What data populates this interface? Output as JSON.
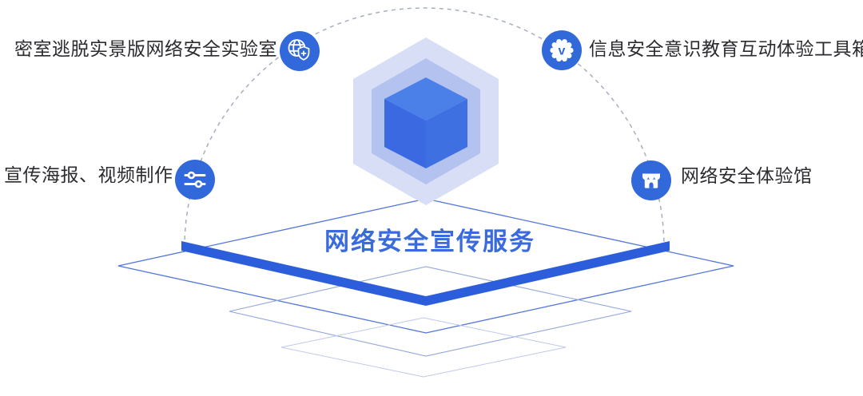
{
  "diagram": {
    "title": "网络安全宣传服务",
    "nodes": [
      {
        "label": "密室逃脱实景版网络安全实验室",
        "icon": "globe-shield-icon"
      },
      {
        "label": "信息安全意识教育互动体验工具箱",
        "icon": "verified-badge-icon",
        "badge": "v"
      },
      {
        "label": "宣传海报、视频制作",
        "icon": "sliders-icon"
      },
      {
        "label": "网络安全体验馆",
        "icon": "storefront-icon"
      }
    ]
  },
  "colors": {
    "icon_blue": "#3168da",
    "title_blue": "#3a6bdc",
    "band_blue": "#2c5edc",
    "cube_top": "#4c80e9",
    "cube_left": "#3a69e1",
    "cube_right": "#3e70e2",
    "hex_outer": "#d8def6",
    "hex_inner": "#b3c2ef",
    "outline_strong": "#5377d8",
    "outline_mid": "#93a7de",
    "outline_light": "#bfc9e9",
    "arc_dash": "#a6afbf"
  }
}
